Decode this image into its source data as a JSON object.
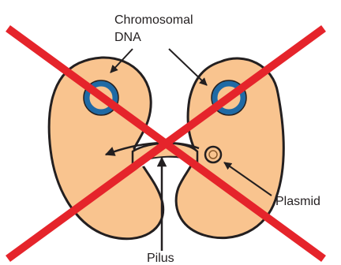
{
  "labels": {
    "chromosomal_line1": "Chromosomal",
    "chromosomal_line2": "DNA",
    "plasmid": "Plasmid",
    "pilus": "Pilus"
  },
  "colors": {
    "cell_fill": "#f9c48f",
    "cell_outline": "#231f20",
    "dna_ring": "#1f6aa5",
    "cross": "#e5242b",
    "text": "#231f20"
  },
  "icons": {
    "cross": "red-x-cross-icon"
  }
}
